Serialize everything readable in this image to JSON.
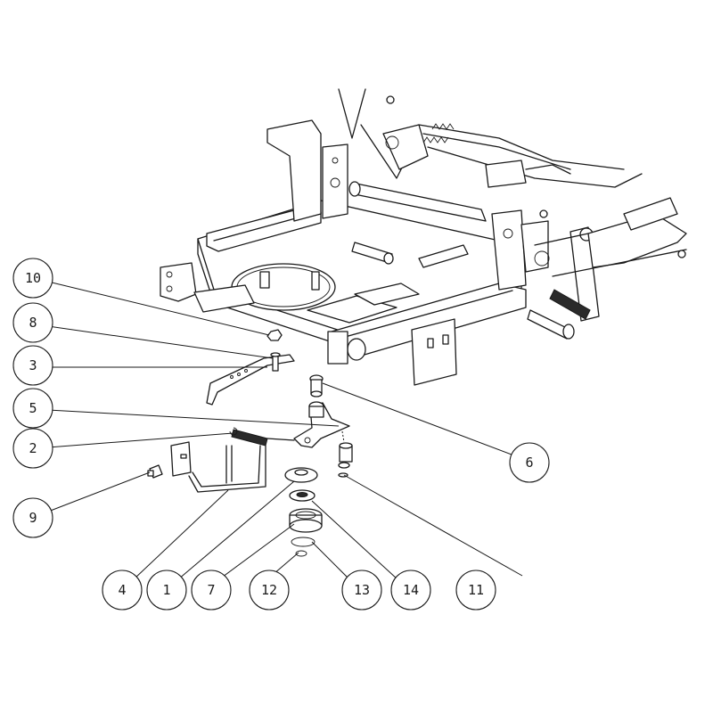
{
  "callouts": [
    {
      "id": "c10",
      "label": "10"
    },
    {
      "id": "c8",
      "label": "8"
    },
    {
      "id": "c3",
      "label": "3"
    },
    {
      "id": "c5",
      "label": "5"
    },
    {
      "id": "c2",
      "label": "2"
    },
    {
      "id": "c9",
      "label": "9"
    },
    {
      "id": "c6",
      "label": "6"
    },
    {
      "id": "c4",
      "label": "4"
    },
    {
      "id": "c1",
      "label": "1"
    },
    {
      "id": "c7",
      "label": "7"
    },
    {
      "id": "c12",
      "label": "12"
    },
    {
      "id": "c13",
      "label": "13"
    },
    {
      "id": "c14",
      "label": "14"
    },
    {
      "id": "c11",
      "label": "11"
    }
  ]
}
